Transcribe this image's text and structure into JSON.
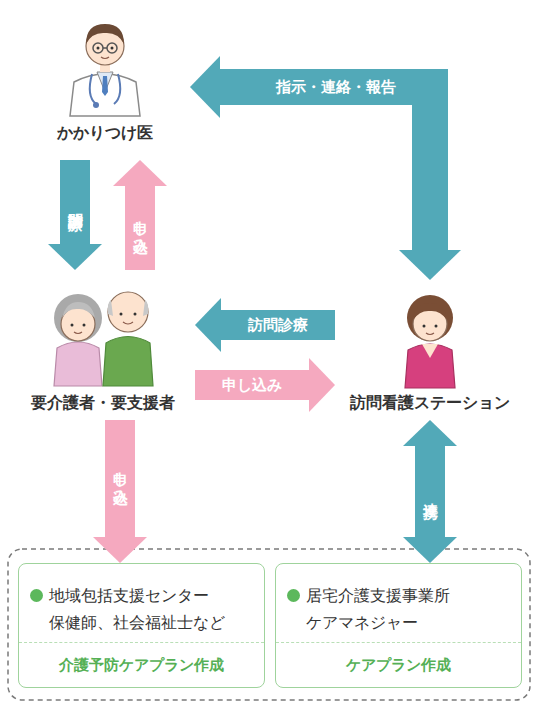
{
  "diagram": {
    "nodes": [
      {
        "text": [
          "かかりつけ医"
        ]
      },
      {
        "text": [
          "要介護者・要支援者"
        ]
      },
      {
        "text": [
          "訪問看護ステーション"
        ]
      },
      {
        "text": [
          "地域包括支援センター 保健師、社会福祉士など",
          "介護予防ケアプラン作成"
        ]
      },
      {
        "text": [
          "居宅介護支援事業所 ケアマネジャー",
          "ケアプラン作成"
        ]
      }
    ],
    "edges": [
      {
        "from": 0,
        "to": 1,
        "arrow": "to",
        "label": "訪問診療"
      },
      {
        "from": 1,
        "to": 0,
        "arrow": "to",
        "label": "申し込み"
      },
      {
        "from": 0,
        "to": 2,
        "arrow": "both",
        "label": "指示・連絡・報告"
      },
      {
        "from": 2,
        "to": 1,
        "arrow": "to",
        "label": "訪問診療"
      },
      {
        "from": 1,
        "to": 2,
        "arrow": "to",
        "label": "申し込み"
      },
      {
        "from": 1,
        "to": 3,
        "arrow": "to",
        "label": "申し込み"
      },
      {
        "from": 2,
        "to": 4,
        "arrow": "both",
        "label": "連携"
      }
    ]
  }
}
